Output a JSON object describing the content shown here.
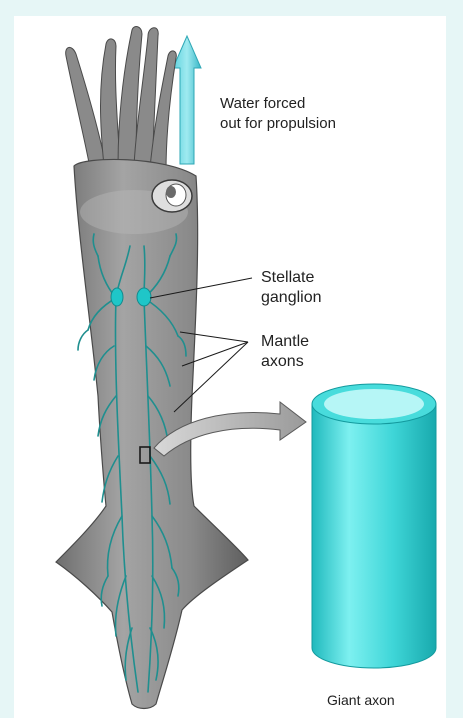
{
  "labels": {
    "water_line1": "Water forced",
    "water_line2": "out for propulsion",
    "stellate_line1": "Stellate",
    "stellate_line2": "ganglion",
    "mantle_line1": "Mantle",
    "mantle_line2": "axons",
    "giant_axon": "Giant axon"
  },
  "colors": {
    "background": "#e6f6f6",
    "squid_body": "#8e8e8e",
    "nerve": "#1f8f8f",
    "arrow": "#4fc9d6",
    "axon_cylinder": "#3ad2d6"
  }
}
